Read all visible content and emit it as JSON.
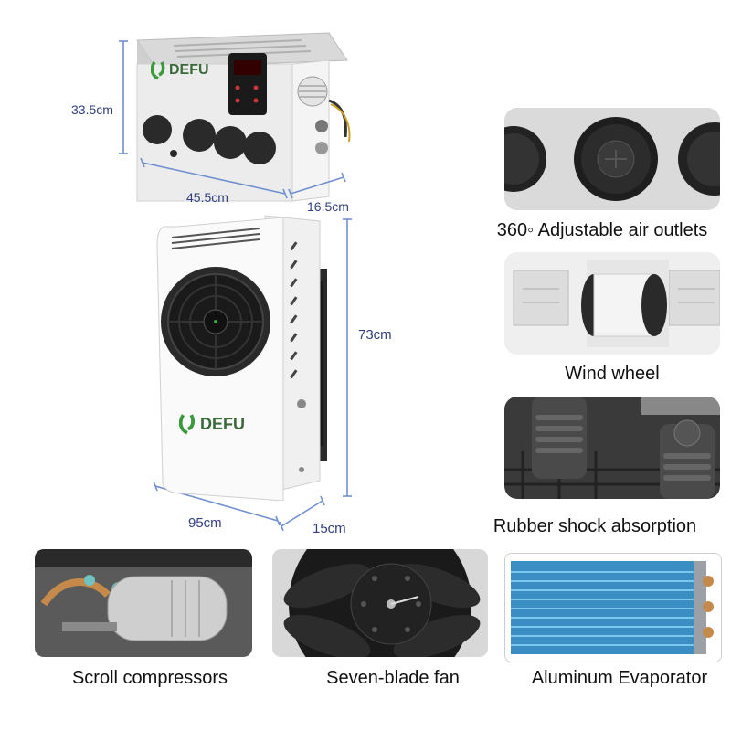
{
  "top_unit": {
    "brand": "DEFU",
    "height_label": "33.5cm",
    "width_label": "45.5cm",
    "depth_label": "16.5cm"
  },
  "bottom_unit": {
    "brand": "DEFU",
    "height_label": "73cm",
    "width_label": "95cm",
    "depth_label": "15cm"
  },
  "features": {
    "air_outlets": "360◦ Adjustable air outlets",
    "wind_wheel": "Wind wheel",
    "rubber": "Rubber shock absorption",
    "compressor": "Scroll compressors",
    "fan": "Seven-blade fan",
    "evaporator": "Aluminum Evaporator"
  },
  "colors": {
    "dimension_line": "#6f8fd0",
    "brand_green": "#3a9a3a",
    "evaporator_blue": "#4aa8d8"
  }
}
